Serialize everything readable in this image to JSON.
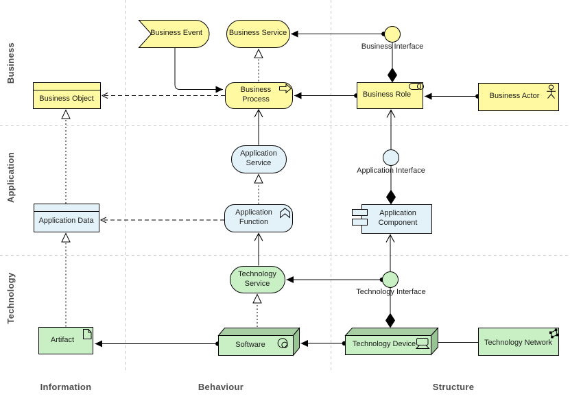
{
  "frame": {
    "rows": [
      {
        "label": "Business"
      },
      {
        "label": "Application"
      },
      {
        "label": "Technology"
      }
    ],
    "columns": [
      {
        "label": "Information"
      },
      {
        "label": "Behaviour"
      },
      {
        "label": "Structure"
      }
    ]
  },
  "colors": {
    "business": "#FFF9A1",
    "application": "#E3F2F9",
    "technology": "#C9EFC4",
    "node_top_face": "#A8CFA3",
    "node_side_face": "#98C394",
    "border": "#000000",
    "grid": "#CCCCCC",
    "frame_text": "#4D4D4D"
  },
  "nodes": {
    "business_event": {
      "label": "Business Event",
      "type": "event"
    },
    "business_service": {
      "label": "Business Service",
      "type": "service"
    },
    "business_interface": {
      "label": "Business Interface",
      "type": "interface"
    },
    "business_object": {
      "label": "Business Object",
      "type": "object"
    },
    "business_process": {
      "label": "Business Process",
      "type": "process"
    },
    "business_role": {
      "label": "Business Role",
      "type": "role"
    },
    "business_actor": {
      "label": "Business Actor",
      "type": "actor"
    },
    "application_service": {
      "label": "Application Service",
      "type": "service"
    },
    "application_interface": {
      "label": "Application Interface",
      "type": "interface"
    },
    "application_data": {
      "label": "Application Data",
      "type": "object"
    },
    "application_function": {
      "label": "Application Function",
      "type": "function"
    },
    "application_component": {
      "label": "Application Component",
      "type": "component"
    },
    "technology_service": {
      "label": "Technology Service",
      "type": "service"
    },
    "technology_interface": {
      "label": "Technology Interface",
      "type": "interface"
    },
    "artifact": {
      "label": "Artifact",
      "type": "artifact"
    },
    "software": {
      "label": "Software",
      "type": "node"
    },
    "technology_device": {
      "label": "Technology Device",
      "type": "node"
    },
    "technology_network": {
      "label": "Technology Network",
      "type": "network"
    }
  },
  "relationships": [
    {
      "type": "triggering",
      "from": "Business Event",
      "to": "Business Process"
    },
    {
      "type": "realization",
      "from": "Business Process",
      "to": "Business Service"
    },
    {
      "type": "assignment",
      "from": "Business Interface",
      "to": "Business Service"
    },
    {
      "type": "composition",
      "from": "Business Role",
      "to": "Business Interface"
    },
    {
      "type": "assignment",
      "from": "Business Role",
      "to": "Business Process"
    },
    {
      "type": "assignment",
      "from": "Business Actor",
      "to": "Business Role"
    },
    {
      "type": "access",
      "from": "Business Process",
      "to": "Business Object"
    },
    {
      "type": "serving",
      "from": "Application Service",
      "to": "Business Process"
    },
    {
      "type": "serving",
      "from": "Application Interface",
      "to": "Business Role"
    },
    {
      "type": "composition",
      "from": "Application Component",
      "to": "Application Interface"
    },
    {
      "type": "realization",
      "from": "Application Function",
      "to": "Application Service"
    },
    {
      "type": "access",
      "from": "Application Function",
      "to": "Application Data"
    },
    {
      "type": "realization",
      "from": "Application Data",
      "to": "Business Object"
    },
    {
      "type": "serving",
      "from": "Technology Service",
      "to": "Application Function"
    },
    {
      "type": "serving",
      "from": "Technology Interface",
      "to": "Application Component"
    },
    {
      "type": "assignment",
      "from": "Technology Interface",
      "to": "Technology Service"
    },
    {
      "type": "composition",
      "from": "Technology Device",
      "to": "Technology Interface"
    },
    {
      "type": "realization",
      "from": "Software",
      "to": "Technology Service"
    },
    {
      "type": "realization",
      "from": "Artifact",
      "to": "Application Data"
    },
    {
      "type": "assignment",
      "from": "Software",
      "to": "Artifact"
    },
    {
      "type": "assignment",
      "from": "Technology Device",
      "to": "Software"
    },
    {
      "type": "association",
      "from": "Technology Device",
      "to": "Technology Network"
    }
  ]
}
